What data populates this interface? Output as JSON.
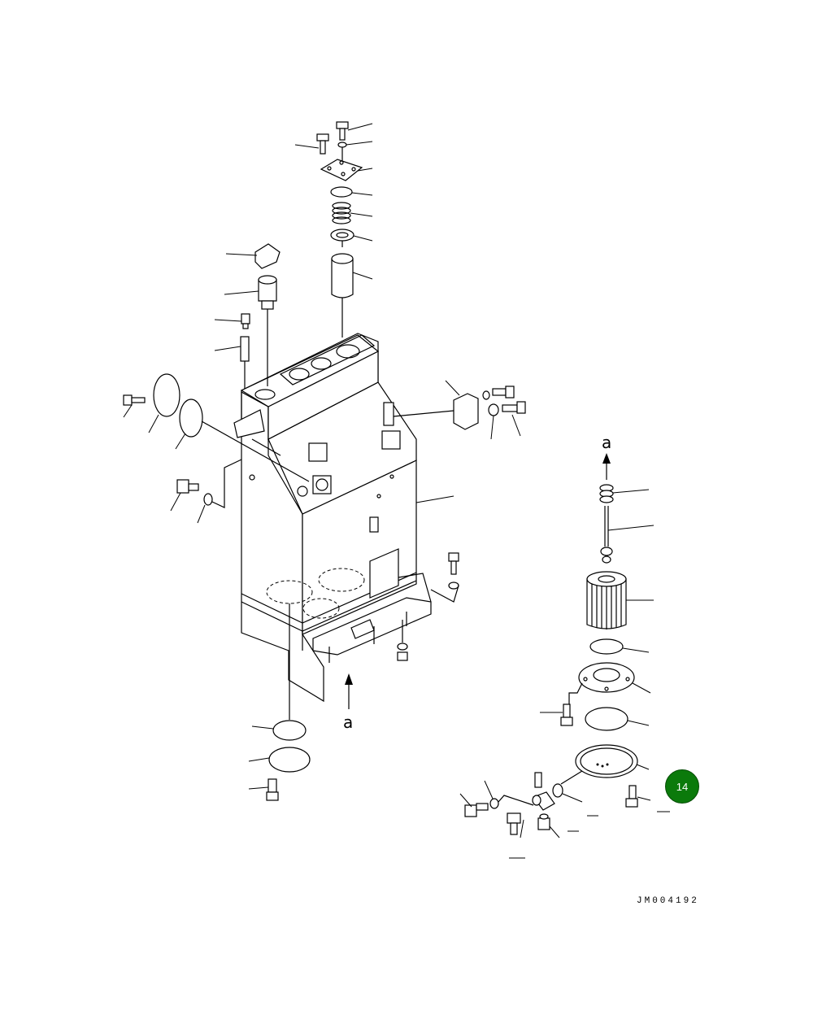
{
  "diagram": {
    "drawing_number": "JM004192",
    "callout_number": "14",
    "arrow_labels": [
      "a",
      "a"
    ],
    "callout_color": "#0b7a0b"
  }
}
